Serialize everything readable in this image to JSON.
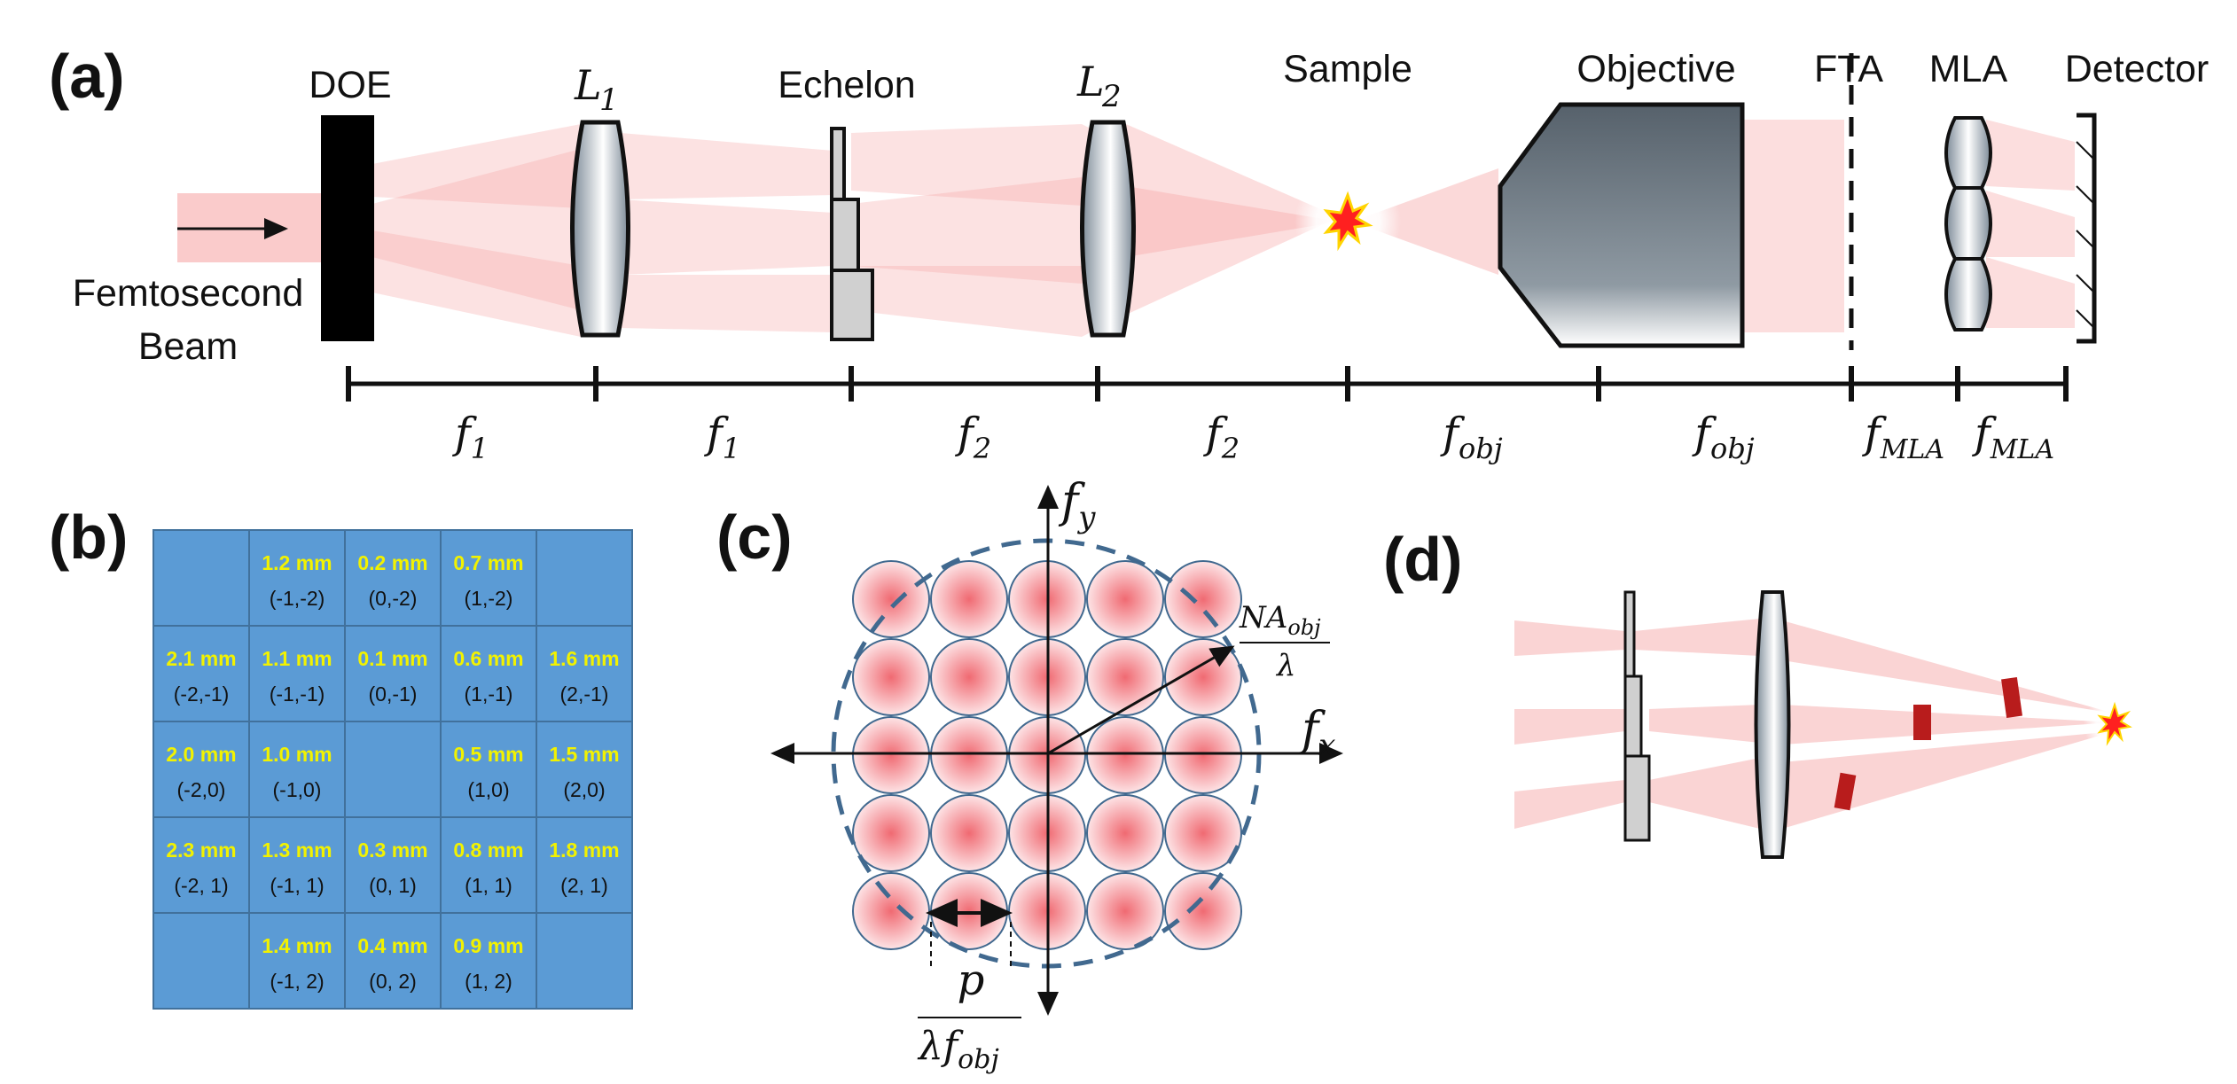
{
  "panel_a": {
    "label": "(a)",
    "components": {
      "doe": "DOE",
      "l1_base": "L",
      "l1_sub": "1",
      "echelon": "Echelon",
      "l2_base": "L",
      "l2_sub": "2",
      "sample": "Sample",
      "objective": "Objective",
      "fta": "FTA",
      "mla": "MLA",
      "detector": "Detector"
    },
    "beam_label_line1": "Femtosecond",
    "beam_label_line2": "Beam",
    "focal_labels": [
      {
        "base": "f",
        "sub": "1"
      },
      {
        "base": "f",
        "sub": "1"
      },
      {
        "base": "f",
        "sub": "2"
      },
      {
        "base": "f",
        "sub": "2"
      },
      {
        "base": "f",
        "sub": "obj"
      },
      {
        "base": "f",
        "sub": "obj"
      },
      {
        "base": "f",
        "sub": "MLA"
      },
      {
        "base": "f",
        "sub": "MLA"
      }
    ]
  },
  "panel_b": {
    "label": "(b)",
    "grid": [
      [
        null,
        {
          "dist": "1.2 mm",
          "idx": "(-1,-2)"
        },
        {
          "dist": "0.2 mm",
          "idx": "(0,-2)"
        },
        {
          "dist": "0.7 mm",
          "idx": "(1,-2)"
        },
        null
      ],
      [
        {
          "dist": "2.1 mm",
          "idx": "(-2,-1)"
        },
        {
          "dist": "1.1 mm",
          "idx": "(-1,-1)"
        },
        {
          "dist": "0.1 mm",
          "idx": "(0,-1)"
        },
        {
          "dist": "0.6 mm",
          "idx": "(1,-1)"
        },
        {
          "dist": "1.6 mm",
          "idx": "(2,-1)"
        }
      ],
      [
        {
          "dist": "2.0 mm",
          "idx": "(-2,0)"
        },
        {
          "dist": "1.0 mm",
          "idx": "(-1,0)"
        },
        null,
        {
          "dist": "0.5 mm",
          "idx": "(1,0)"
        },
        {
          "dist": "1.5 mm",
          "idx": "(2,0)"
        }
      ],
      [
        {
          "dist": "2.3 mm",
          "idx": "(-2, 1)"
        },
        {
          "dist": "1.3 mm",
          "idx": "(-1, 1)"
        },
        {
          "dist": "0.3 mm",
          "idx": "(0, 1)"
        },
        {
          "dist": "0.8 mm",
          "idx": "(1, 1)"
        },
        {
          "dist": "1.8 mm",
          "idx": "(2, 1)"
        }
      ],
      [
        null,
        {
          "dist": "1.4 mm",
          "idx": "(-1, 2)"
        },
        {
          "dist": "0.4 mm",
          "idx": "(0, 2)"
        },
        {
          "dist": "0.9 mm",
          "idx": "(1, 2)"
        },
        null
      ]
    ],
    "cell_color": "#5b9bd5",
    "dist_color": "#f2f200"
  },
  "panel_c": {
    "label": "(c)",
    "fx_base": "f",
    "fx_sub": "x",
    "fy_base": "f",
    "fy_sub": "y",
    "na_num_base": "NA",
    "na_num_sub": "obj",
    "na_den": "λ",
    "pitch_num": "p",
    "pitch_den_base": "λf",
    "pitch_den_sub": "obj"
  },
  "panel_d": {
    "label": "(d)"
  },
  "colors": {
    "beam": "#f5a0a0",
    "lens_dark": "#7d8b98",
    "spot": "#f06a72",
    "circle_dash": "#41698f",
    "objective_dark": "#5e6870"
  }
}
